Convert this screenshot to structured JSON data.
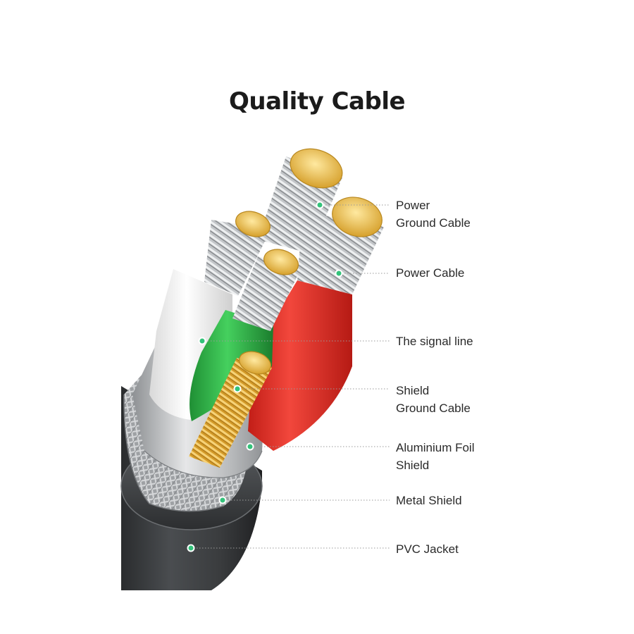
{
  "title": "Quality Cable",
  "colors": {
    "accent_dot": "#33c27a",
    "leader_line": "#9a9a9a",
    "jacket": "#3d3f41",
    "braid": "#b9bcbe",
    "foil": "#c7c9cb",
    "white_insulation": "#f1f1f1",
    "green_insulation": "#2db84a",
    "red_insulation": "#e8332a",
    "copper": "#e3b03c",
    "silver_wire": "#cfd2d4"
  },
  "labels": [
    {
      "id": "power-ground-cable",
      "lines": [
        "Power",
        "Ground Cable"
      ]
    },
    {
      "id": "power-cable",
      "lines": [
        "Power Cable"
      ]
    },
    {
      "id": "signal-line",
      "lines": [
        "The signal line"
      ]
    },
    {
      "id": "shield-ground-cable",
      "lines": [
        "Shield",
        "Ground Cable"
      ]
    },
    {
      "id": "aluminium-foil-shield",
      "lines": [
        "Aluminium Foil",
        "Shield"
      ]
    },
    {
      "id": "metal-shield",
      "lines": [
        "Metal Shield"
      ]
    },
    {
      "id": "pvc-jacket",
      "lines": [
        "PVC Jacket"
      ]
    }
  ]
}
